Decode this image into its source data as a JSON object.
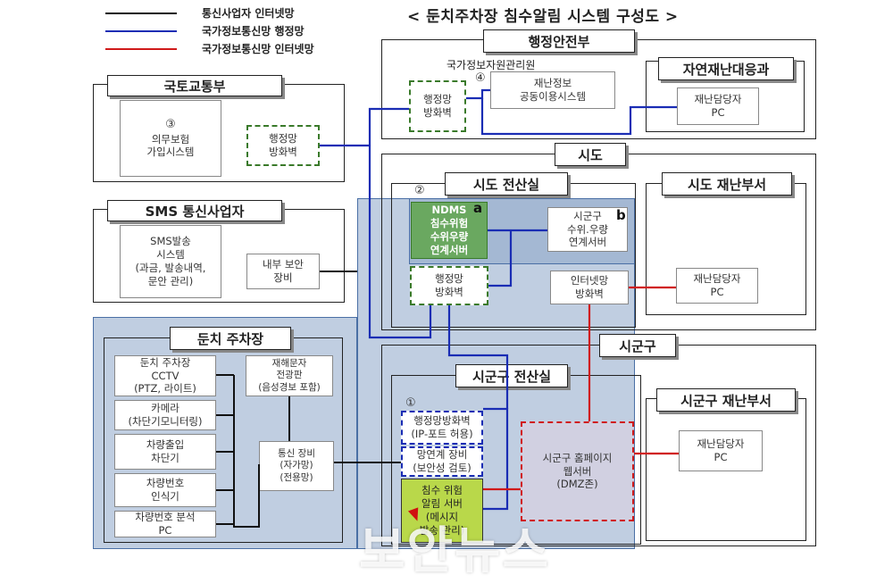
{
  "legend": [
    {
      "label": "통신사업자 인터넷망",
      "color": "#111111"
    },
    {
      "label": "국가정보통신망 행정망",
      "color": "#1a2db4"
    },
    {
      "label": "국가정보통신망 인터넷망",
      "color": "#d01a1a"
    }
  ],
  "title": "< 둔치주차장 침수알림 시스템 구성도 >",
  "regions": {
    "mois": {
      "label": "행정안전부"
    },
    "nirs": {
      "label": "국가정보자원관리원"
    },
    "disaster_dept": {
      "label": "자연재난대응과"
    },
    "molit": {
      "label": "국토교통부"
    },
    "sms": {
      "label": "SMS 통신사업자"
    },
    "sido": {
      "label": "시도"
    },
    "sido_dc": {
      "label": "시도 전산실"
    },
    "sido_disaster": {
      "label": "시도 재난부서"
    },
    "parking": {
      "label": "둔치 주차장"
    },
    "sigungu": {
      "label": "시군구"
    },
    "sigungu_dc": {
      "label": "시군구 전산실"
    },
    "sigungu_disaster": {
      "label": "시군구 재난부서"
    }
  },
  "nodes": {
    "disaster_info": {
      "text": "재난정보\n공동이용시스템"
    },
    "nirs_fw": {
      "text": "행정망\n방화벽"
    },
    "mois_pc": {
      "text": "재난담당자\nPC"
    },
    "insurance": {
      "text": "의무보험\n가입시스템"
    },
    "molit_fw": {
      "text": "행정망\n방화벽"
    },
    "sms_sys": {
      "text": "SMS발송\n시스템\n(과금, 발송내역,\n문안 관리)"
    },
    "sms_sec": {
      "text": "내부 보안\n장비"
    },
    "ndms": {
      "text": "NDMS\n침수위험\n수위우량\n연계서버"
    },
    "sigungu_link": {
      "text": "시군구\n수위.우량\n연계서버"
    },
    "sido_fw": {
      "text": "행정망\n방화벽"
    },
    "sido_inet_fw": {
      "text": "인터넷망\n방화벽"
    },
    "sido_pc": {
      "text": "재난담당자\nPC"
    },
    "cctv": {
      "text": "둔치 주차장\nCCTV\n(PTZ, 라이트)"
    },
    "camera": {
      "text": "카메라\n(차단기모니터링)"
    },
    "barrier": {
      "text": "차량출입\n차단기"
    },
    "lpr": {
      "text": "차량번호\n인식기"
    },
    "lpr_pc": {
      "text": "차량번호 분석\nPC"
    },
    "sign": {
      "text": "재해문자\n전광판\n(음성경보 포함)"
    },
    "comm": {
      "text": "통신 장비\n(자가망)\n(전용망)"
    },
    "admin_fw": {
      "text": "행정망방화벽\n(IP-포트 허용)"
    },
    "link_equip": {
      "text": "망연계 장비\n(보안성 검토)"
    },
    "alert_server": {
      "text": "침수 위험\n알림 서버\n(메시지\n발송 관리)"
    },
    "homepage": {
      "text": "시군구 홈페이지\n웹서버\n(DMZ존)"
    },
    "sigungu_pc": {
      "text": "재난담당자\nPC"
    }
  },
  "numbers": {
    "n1": "①",
    "n2": "②",
    "n3": "③",
    "n4": "④"
  },
  "badges": {
    "a": "a",
    "b": "b"
  },
  "watermark": "보안뉴스",
  "colors": {
    "black_line": "#111111",
    "blue_line": "#1a2db4",
    "red_line": "#d01a1a",
    "blue_zone": "#8ca5c8",
    "ndms_green": "#6aa860",
    "alert_green": "#b9d84a",
    "fw_green": "#3a7a2a"
  }
}
